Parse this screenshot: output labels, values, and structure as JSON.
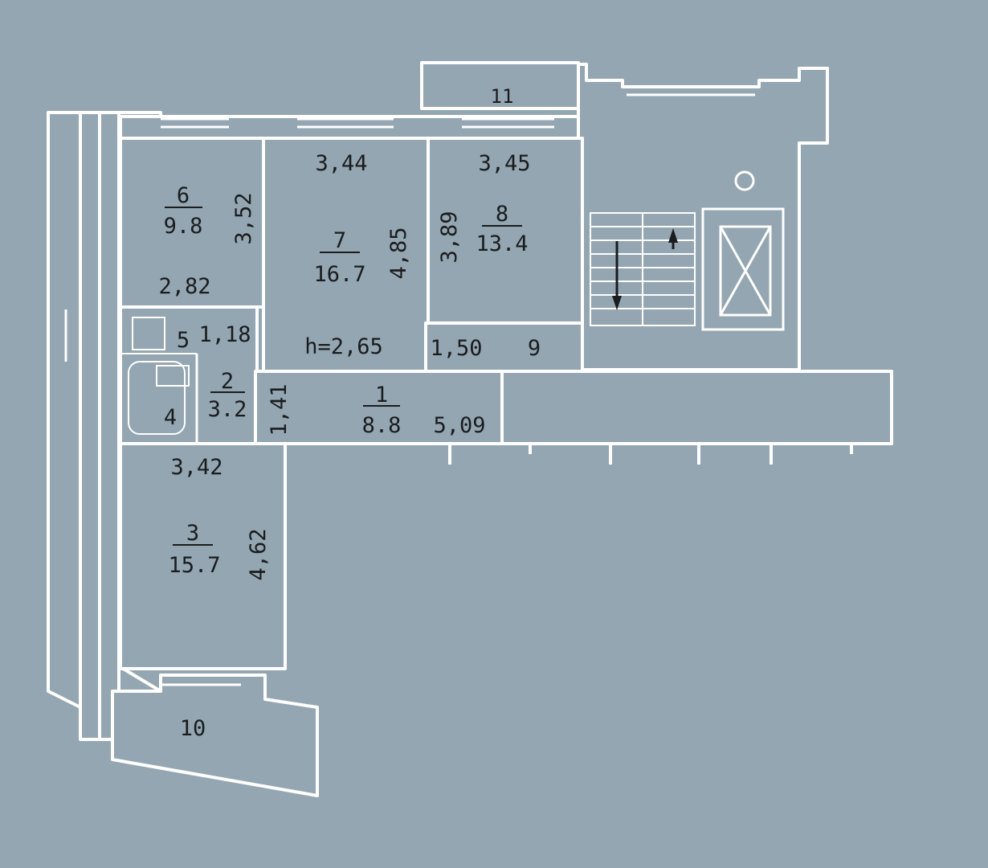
{
  "plan": {
    "colors": {
      "background": "#93a6b2",
      "wall": "#ffffff",
      "ink": "#1a1c1e",
      "wall_fill": "#a9b8c2"
    },
    "rooms": [
      {
        "number": "1",
        "area": "8.8",
        "dim_length": "5,09",
        "dim_width": "1,41"
      },
      {
        "number": "2",
        "area": "3.2"
      },
      {
        "number": "3",
        "area": "15.7",
        "dim_width": "3,42",
        "dim_length": "4,62"
      },
      {
        "number": "4"
      },
      {
        "number": "5",
        "dim_width": "1,18"
      },
      {
        "number": "6",
        "area": "9.8",
        "dim_width": "2,82",
        "dim_length": "3,52"
      },
      {
        "number": "7",
        "area": "16.7",
        "dim_width": "3,44",
        "dim_length": "4,85",
        "ceiling_height": "h=2,65"
      },
      {
        "number": "8",
        "area": "13.4",
        "dim_width": "3,45",
        "dim_length": "3,89"
      },
      {
        "number": "9",
        "dim_width": "1,50"
      },
      {
        "number": "10"
      },
      {
        "number": "11"
      }
    ],
    "icons": [
      "stairs-icon",
      "elevator-icon",
      "garbage-chute-icon",
      "bathtub-icon",
      "sink-icon",
      "toilet-icon"
    ]
  }
}
